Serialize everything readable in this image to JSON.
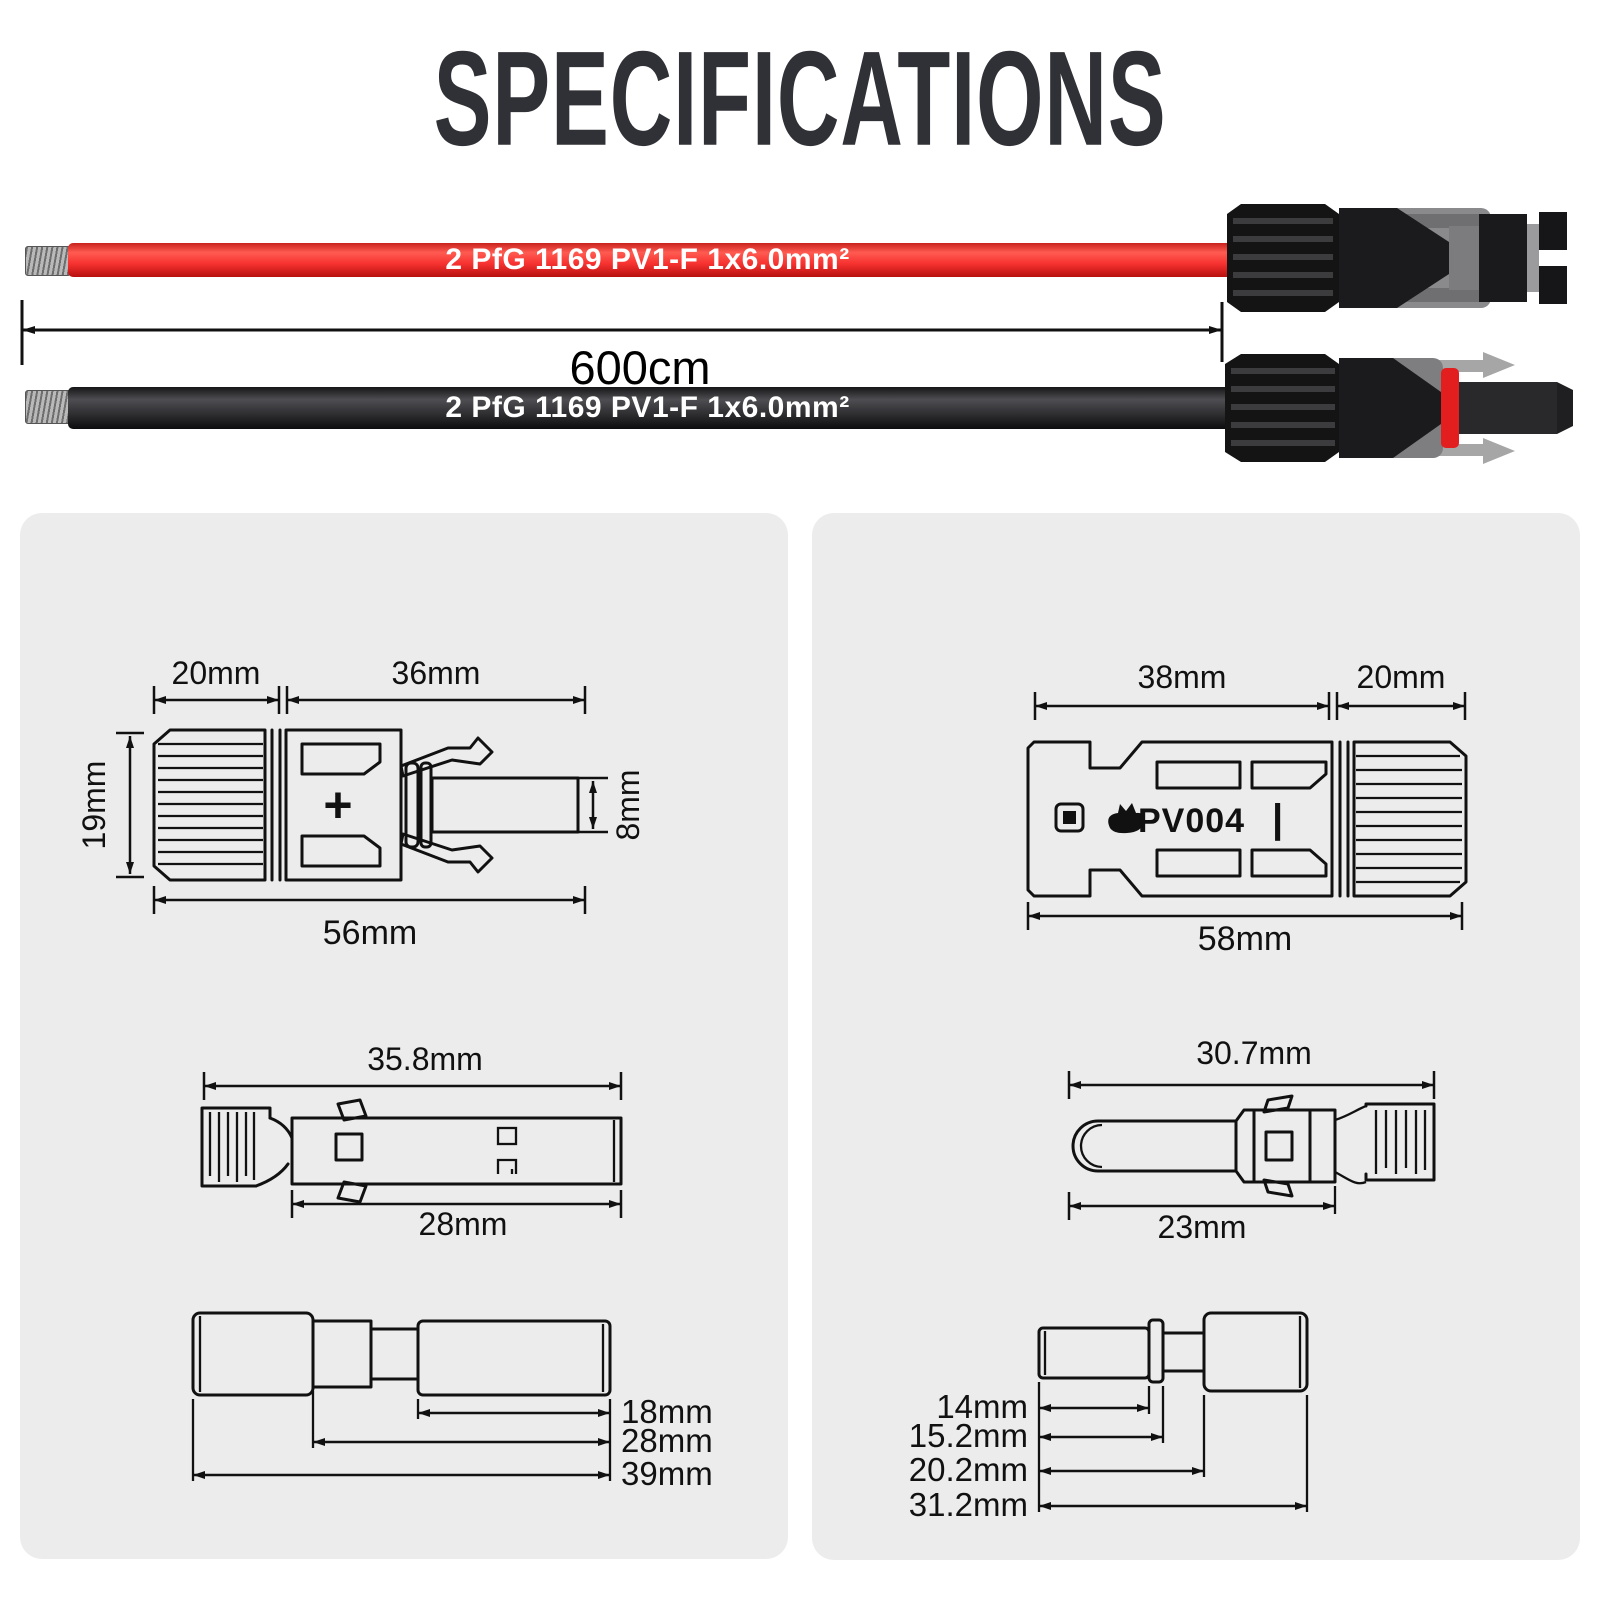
{
  "title": "SPECIFICATIONS",
  "cables": {
    "red_label": "2 PfG 1169 PV1-F 1x6.0mm²",
    "black_label": "2 PfG 1169 PV1-F 1x6.0mm²",
    "length_label": "600cm",
    "red_color": "#f73331",
    "black_color": "#2b2b2e"
  },
  "left_panel": {
    "connector": {
      "dim_cap": "20mm",
      "dim_body": "36mm",
      "dim_height": "19mm",
      "dim_pin": "8mm",
      "dim_total": "56mm",
      "polarity": "+"
    },
    "terminal": {
      "dim_total": "35.8mm",
      "dim_tube": "28mm"
    },
    "boot": {
      "dims": [
        "18mm",
        "28mm",
        "39mm"
      ]
    }
  },
  "right_panel": {
    "connector": {
      "dim_body": "38mm",
      "dim_cap": "20mm",
      "dim_total": "58mm",
      "model": "PV004",
      "polarity": "|"
    },
    "terminal": {
      "dim_total": "30.7mm",
      "dim_tube": "23mm"
    },
    "boot": {
      "dims": [
        "14mm",
        "15.2mm",
        "20.2mm",
        "31.2mm"
      ]
    }
  },
  "colors": {
    "panel": "#ececec",
    "title": "#303136",
    "accent_red": "#e31e1e"
  }
}
